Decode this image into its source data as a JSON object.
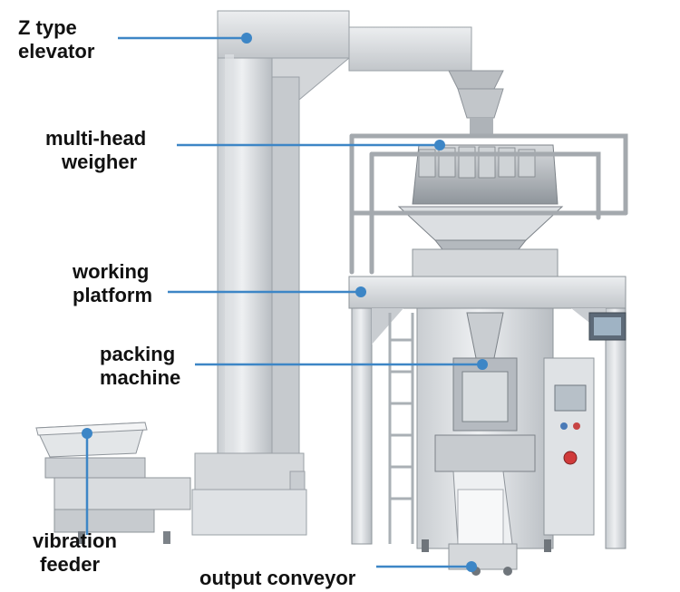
{
  "labels": {
    "elevator": [
      "Z type",
      "elevator"
    ],
    "weigher": [
      "multi-head",
      "weigher"
    ],
    "platform": [
      "working",
      "platform"
    ],
    "packing": [
      "packing",
      "machine"
    ],
    "feeder": [
      "vibration",
      "feeder"
    ],
    "conveyor": [
      "output conveyor"
    ]
  },
  "colors": {
    "callout": "#3d86c6",
    "steel_light": "#e6e8ea",
    "steel_mid": "#c4c8cc",
    "steel_dark": "#8e949a",
    "text": "#111111"
  }
}
